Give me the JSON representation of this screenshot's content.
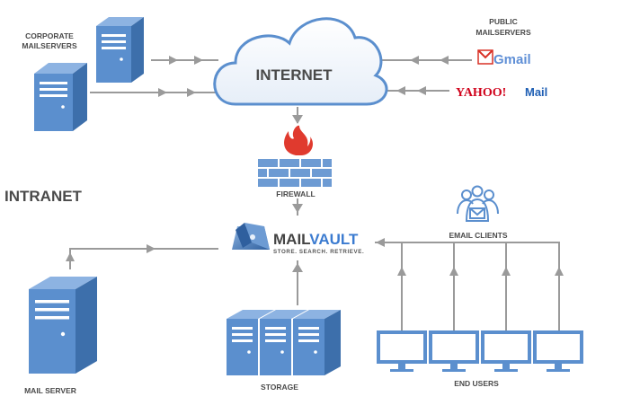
{
  "labels": {
    "corporate_line1": "CORPORATE",
    "corporate_line2": "MAILSERVERS",
    "public_line1": "PUBLIC",
    "public_line2": "MAILSERVERS",
    "internet": "INTERNET",
    "firewall": "FIREWALL",
    "intranet": "INTRANET",
    "email_clients": "EMAIL CLIENTS",
    "mail_server": "MAIL SERVER",
    "storage": "STORAGE",
    "end_users": "END USERS"
  },
  "logos": {
    "gmail": "Gmail",
    "yahoo": "YAHOO!",
    "yahoo_mail": "Mail",
    "mailvault_mail": "MAIL",
    "mailvault_vault": "VAULT",
    "mailvault_tagline": "STORE. SEARCH. RETRIEVE."
  },
  "colors": {
    "server_front": "#5b8fce",
    "server_side": "#3d6fab",
    "server_top": "#8db3e2",
    "line": "#9a9a9a",
    "label": "#4a4a4a",
    "cloud_stroke": "#5b8fce",
    "flame": "#e03a2e",
    "yahoo": "#d0021b",
    "mail_blue": "#1f5fb4"
  }
}
